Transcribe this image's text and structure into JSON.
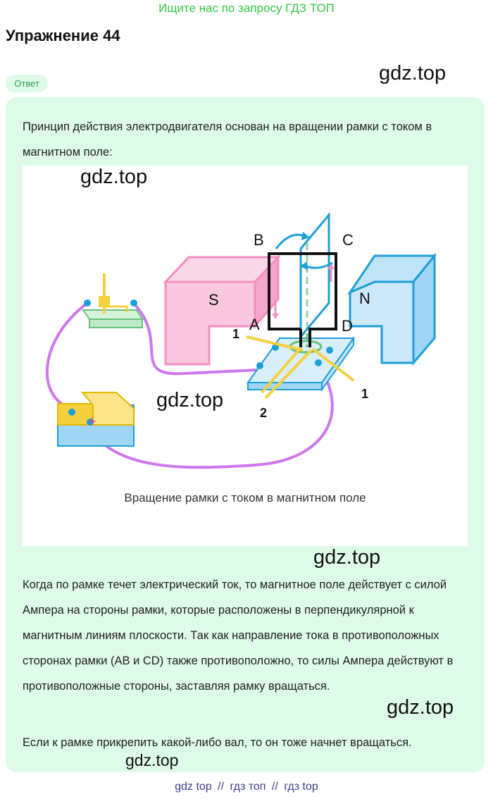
{
  "banner": "Ищите нас по запросу ГДЗ ТОП",
  "title": "Упражнение 44",
  "answer_badge": "Ответ",
  "watermark": "gdz.top",
  "paragraphs": [
    "Принцип действия электродвигателя основан на вращении рамки с током в магнитном поле:",
    "Когда по рамке течет электрический ток, то магнитное поле действует с силой Ампера на стороны рамки, которые расположены в перпендикулярной к магнитным линиям плоскости. Так как направление тока в противоположных сторонах рамки (AB и CD) также противоположно, то силы Ампера действуют в противоположные стороны, заставляя рамку вращаться.",
    "Если к рамке прикрепить какой-либо вал, то он тоже начнет вращаться."
  ],
  "figure": {
    "caption": "Вращение рамки с током в магнитном поле",
    "labels": {
      "b": "B",
      "c": "C",
      "a": "A",
      "d": "D",
      "s": "S",
      "n": "N",
      "one_left": "1",
      "one_right": "1",
      "two": "2"
    },
    "colors": {
      "south": "#f48fc0",
      "north": "#9fd6f5",
      "frame": "#111111",
      "wire": "#cc77ee",
      "brush": "#f4d03f",
      "base": "#bfe3f7",
      "arrow": "#1e9fd8"
    }
  },
  "footer": {
    "links": [
      "gdz top",
      "гдз топ",
      "гдз top"
    ],
    "separator": "//"
  }
}
